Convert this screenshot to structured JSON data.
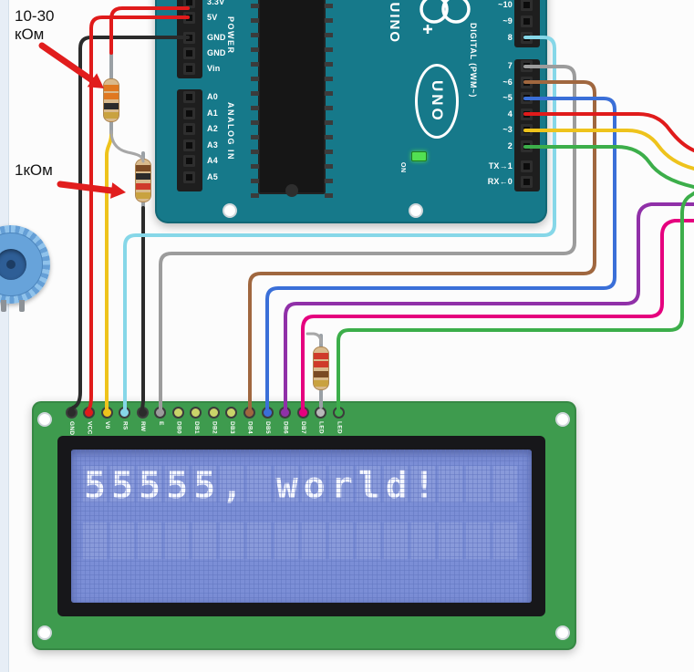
{
  "annotations": {
    "resistor1_label": [
      "10-30",
      "кОм"
    ],
    "resistor2_label": "1кОм",
    "arrow_color": "#e11d1d"
  },
  "arduino": {
    "brand": "ARDUINO",
    "model": "UNO",
    "power_header": "POWER",
    "analog_header": "ANALOG IN",
    "digital_header": "DIGITAL (PWM~)",
    "on_label": "ON",
    "power_pins": [
      "3.3V",
      "5V",
      "GND",
      "GND",
      "Vin"
    ],
    "analog_pins": [
      "A0",
      "A1",
      "A2",
      "A3",
      "A4",
      "A5"
    ],
    "digital_pins": [
      "~10",
      "~9",
      "8",
      "7",
      "~6",
      "~5",
      "4",
      "~3",
      "2",
      "TX→1",
      "RX←0"
    ],
    "board_color": "#16798a"
  },
  "lcd": {
    "pins": [
      "GND",
      "VCC",
      "V0",
      "RS",
      "RW",
      "E",
      "DB0",
      "DB1",
      "DB2",
      "DB3",
      "DB4",
      "DB5",
      "DB6",
      "DB7",
      "LED",
      "LED"
    ],
    "pin_colors": [
      "#2b2b2b",
      "#e01b1b",
      "#eec31c",
      "#86d7e8",
      "#2b2b2b",
      "#9c9c9c",
      "#c9d46a",
      "#c9d46a",
      "#c9d46a",
      "#c9d46a",
      "#a0673f",
      "#3a6fd8",
      "#9030a8",
      "#e5007e",
      "#b9b9b9",
      "#3cae4a"
    ],
    "line1": "55555, world!",
    "line2": "",
    "columns": 16,
    "rows": 2,
    "pcb_color": "#3e9b4e",
    "screen_color": "#7b8ed6"
  },
  "components": {
    "resistors": [
      {
        "name": "resistor-10-30k",
        "bands": [
          "#e07820",
          "#e07820",
          "#2b2b2b",
          "#c9a23f"
        ]
      },
      {
        "name": "resistor-1k",
        "bands": [
          "#7a4a24",
          "#2b2b2b",
          "#cf3a2a",
          "#c9a23f"
        ]
      },
      {
        "name": "resistor-led",
        "bands": [
          "#cf3a2a",
          "#cf3a2a",
          "#7a4a24",
          "#c9a23f"
        ]
      }
    ]
  },
  "wires": [
    {
      "name": "gnd-black",
      "color": "#2b2b2b"
    },
    {
      "name": "5v-red",
      "color": "#e01b1b"
    },
    {
      "name": "5v-resistor-red",
      "color": "#e01b1b"
    },
    {
      "name": "v0-yellow",
      "color": "#eec31c"
    },
    {
      "name": "resistor-link-gray",
      "color": "#a7a7a7"
    },
    {
      "name": "rw-black",
      "color": "#2b2b2b"
    },
    {
      "name": "rs-cyan",
      "color": "#86d7e8"
    },
    {
      "name": "e-gray",
      "color": "#9c9c9c"
    },
    {
      "name": "db4-brown",
      "color": "#a0673f"
    },
    {
      "name": "db5-blue",
      "color": "#3a6fd8"
    },
    {
      "name": "db6-purple",
      "color": "#9030a8"
    },
    {
      "name": "db7-magenta",
      "color": "#e5007e"
    },
    {
      "name": "pin4-red",
      "color": "#e01b1b"
    },
    {
      "name": "pin3-yellow",
      "color": "#eec31c"
    },
    {
      "name": "pin2-green",
      "color": "#3cae4a"
    },
    {
      "name": "led-green",
      "color": "#3cae4a"
    },
    {
      "name": "resistor3-lead",
      "color": "#a7a7a7"
    }
  ]
}
